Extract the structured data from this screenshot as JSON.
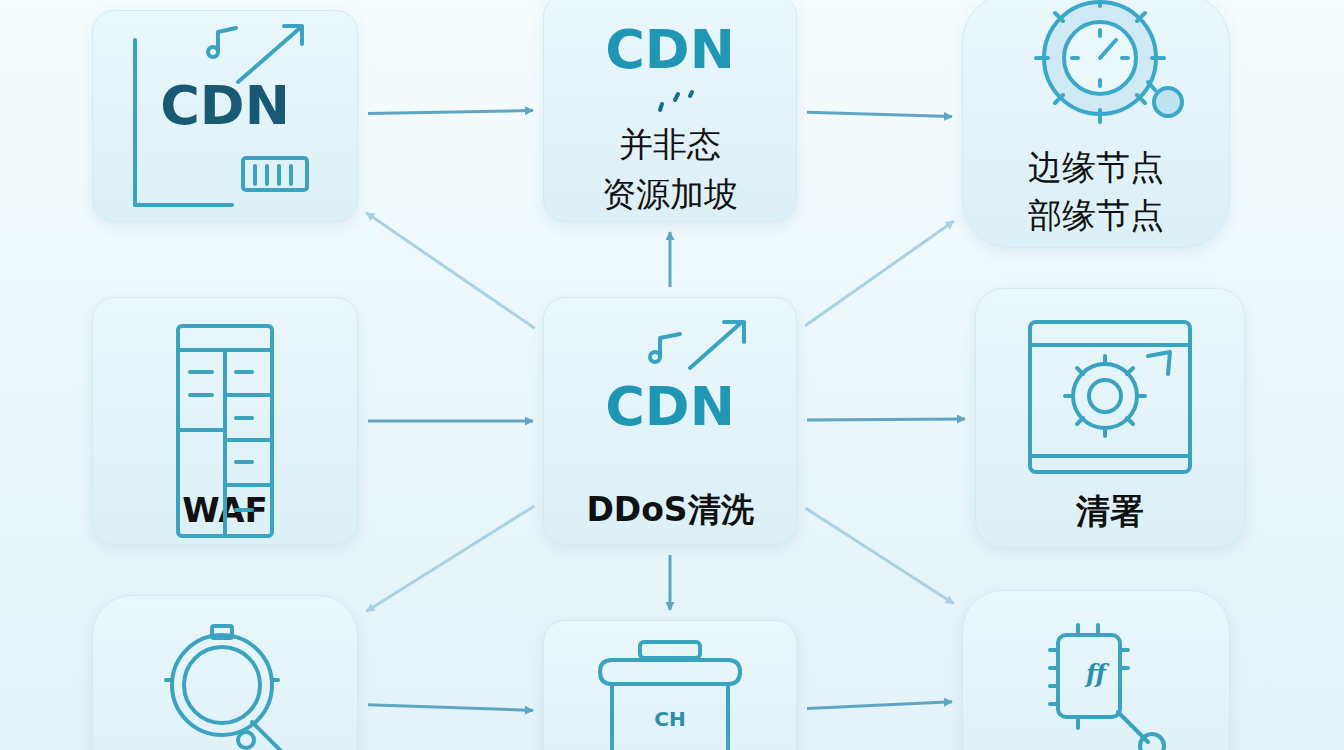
{
  "diagram": {
    "nodes": [
      {
        "text": [
          "CDN"
        ]
      },
      {
        "text": [
          "CDN",
          "并非态 资源加坡"
        ]
      },
      {
        "text": [
          "边缘节点 部缘节点"
        ]
      },
      {
        "text": [
          "WAF"
        ]
      },
      {
        "text": [
          "CDN",
          "DDoS清洗"
        ]
      },
      {
        "text": [
          "清署"
        ]
      },
      {
        "text": []
      },
      {
        "text": [
          "CH"
        ]
      },
      {
        "text": [
          "ff"
        ]
      }
    ],
    "edges": [
      {
        "from": 0,
        "to": 1,
        "arrow": "to"
      },
      {
        "from": 1,
        "to": 2,
        "arrow": "to"
      },
      {
        "from": 4,
        "to": 0,
        "arrow": "to"
      },
      {
        "from": 4,
        "to": 1,
        "arrow": "to"
      },
      {
        "from": 4,
        "to": 2,
        "arrow": "to"
      },
      {
        "from": 3,
        "to": 4,
        "arrow": "to"
      },
      {
        "from": 4,
        "to": 5,
        "arrow": "to"
      },
      {
        "from": 4,
        "to": 6,
        "arrow": "to"
      },
      {
        "from": 4,
        "to": 7,
        "arrow": "to"
      },
      {
        "from": 4,
        "to": 8,
        "arrow": "to"
      },
      {
        "from": 6,
        "to": 7,
        "arrow": "to"
      },
      {
        "from": 7,
        "to": 8,
        "arrow": "to"
      }
    ]
  }
}
